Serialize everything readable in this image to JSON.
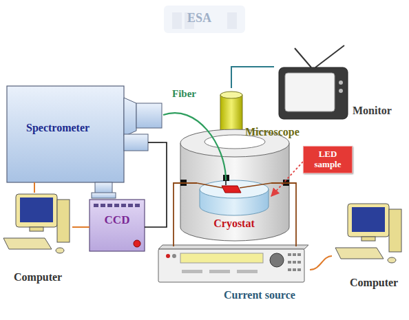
{
  "diagram": {
    "nodes": [
      {
        "text": [
          "Spectrometer"
        ]
      },
      {
        "text": [
          "Microscope"
        ]
      },
      {
        "text": [
          "Monitor"
        ]
      },
      {
        "text": [
          "Cryostat"
        ]
      },
      {
        "text": [
          "LED sample"
        ]
      },
      {
        "text": [
          "CCD"
        ]
      },
      {
        "text": [
          "Computer"
        ]
      },
      {
        "text": [
          "Current source"
        ]
      },
      {
        "text": [
          "Computer"
        ]
      }
    ],
    "edges": [
      {
        "from": 0,
        "to": 3,
        "label": "Fiber",
        "arrow": "none"
      },
      {
        "from": 1,
        "to": 2,
        "arrow": "none"
      },
      {
        "from": 4,
        "to": 3,
        "arrow": "to"
      },
      {
        "from": 0,
        "to": 5,
        "arrow": "none"
      },
      {
        "from": 6,
        "to": 5,
        "arrow": "none"
      },
      {
        "from": 0,
        "to": 6,
        "arrow": "none"
      },
      {
        "from": 7,
        "to": 3,
        "arrow": "none"
      },
      {
        "from": 7,
        "to": 3,
        "arrow": "none"
      },
      {
        "from": 7,
        "to": 8,
        "arrow": "none"
      }
    ],
    "labels": [
      "ESA"
    ]
  }
}
